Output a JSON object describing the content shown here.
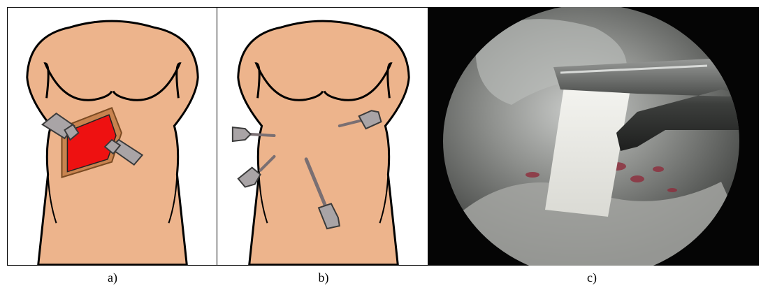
{
  "captions": {
    "a": "a)",
    "b": "b)",
    "c": "c)"
  },
  "colors": {
    "skin": "#EDB48C",
    "outline": "#000000",
    "incision_fill": "#EE1111",
    "incision_border": "#C8834F",
    "port": "#A9A4A6",
    "port_outline": "#3A3A3A",
    "scope_dark": "#0A0A0A",
    "tissue": "#8D8F8C"
  },
  "icons": {
    "torso_a": "torso-open-surgery",
    "torso_b": "torso-laparoscopic-ports",
    "endoscope_view": "thoracoscopic-camera-view"
  }
}
